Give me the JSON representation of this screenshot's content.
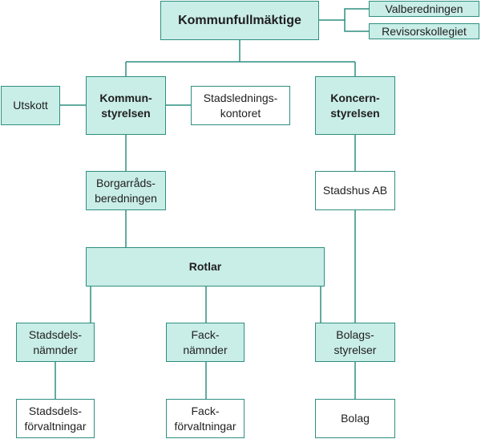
{
  "nodes": {
    "kommunfullmaktige": "Kommunfullmäktige",
    "valberedningen": "Valberedningen",
    "revisorskollegiet": "Revisorskollegiet",
    "utskott": "Utskott",
    "kommunstyrelsen": "Kommun-\nstyrelsen",
    "stadsledningskontoret": "Stadslednings-\nkontoret",
    "koncernstyrelsen": "Koncern-\nstyrelsen",
    "borgarradsberedningen": "Borgarråds-\nberedningen",
    "stadshus_ab": "Stadshus AB",
    "rotlar": "Rotlar",
    "stadsdelsnamnder": "Stadsdels-\nnämnder",
    "facknamnder": "Fack-\nnämnder",
    "bolagsstyrelser": "Bolags-\nstyrelser",
    "stadsdelsforvaltningar": "Stadsdels-\nförvaltningar",
    "fackforvaltningar": "Fack-\nförvaltningar",
    "bolag": "Bolag"
  },
  "colors": {
    "fill": "#c9ede7",
    "border": "#2e8f80",
    "line": "#2e8f80"
  }
}
